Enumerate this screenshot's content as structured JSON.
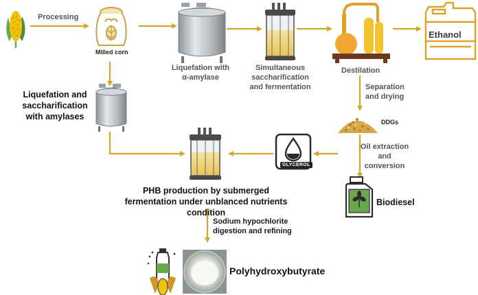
{
  "colors": {
    "arrow": "#d4a72c",
    "steel": "#b8bcc0",
    "bioreactor_liquid": "#f1d77a",
    "distillation": "#f0b33a",
    "corn": "#f2c20f",
    "leaf": "#6aa84f",
    "oil": "#2b2b2b"
  },
  "icons": [
    "corn-icon",
    "grain-sack-icon",
    "steel-tank-icon",
    "bioreactor-icon",
    "distillation-icon",
    "jerrycan-icon",
    "ddgs-pile-icon",
    "glycerol-drop-icon",
    "biodiesel-can-icon",
    "bottle-corn-icon",
    "phb-powder-dish-icon"
  ],
  "labels": {
    "processing": "Processing",
    "milled_corn": "Milled corn",
    "liquefation_alpha": "Liquefation with α-amylase",
    "ssf": "Simultaneous saccharification and fermentation",
    "destilation": "Destilation",
    "ethanol": "Ethanol",
    "separation": "Separation and drying",
    "ddgs": "DDGs",
    "oil_extraction": "Oil extraction and conversion",
    "biodiesel": "Biodiesel",
    "glycerol": "GLYCEROL",
    "liquefation_amylases": "Liquefation and saccharification with amylases",
    "phb_production": "PHB production by submerged fermentation under unblanced nutrients condition",
    "hypochlorite": "Sodium hypochlorite digestion and refining",
    "product": "Polyhydroxybutyrate"
  }
}
